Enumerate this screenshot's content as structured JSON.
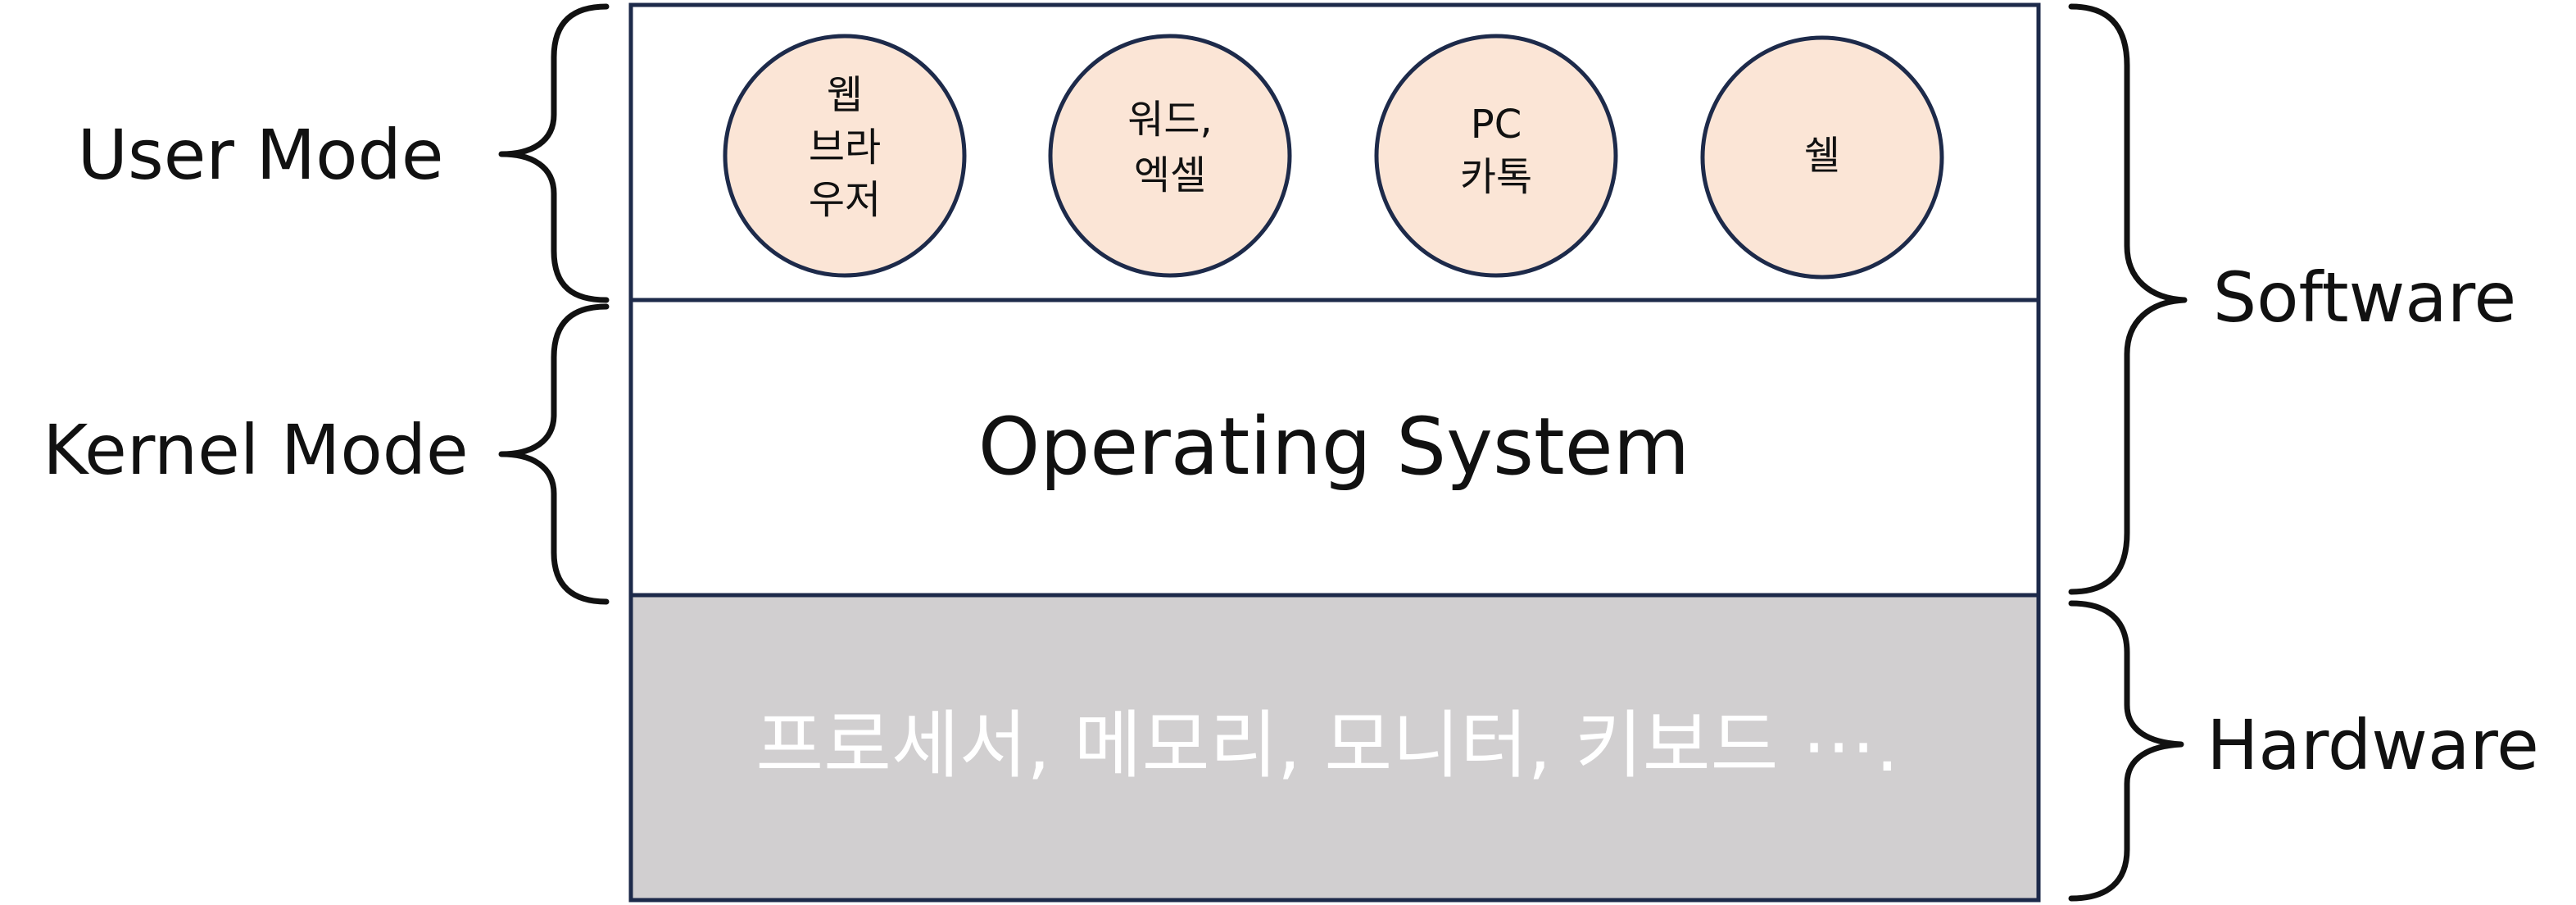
{
  "left_labels": {
    "user_mode": "User Mode",
    "kernel_mode": "Kernel Mode"
  },
  "right_labels": {
    "software": "Software",
    "hardware": "Hardware"
  },
  "user_mode_apps": [
    {
      "lines": [
        "웹",
        "브라",
        "우저"
      ]
    },
    {
      "lines": [
        "워드,",
        "엑셀"
      ]
    },
    {
      "lines": [
        "PC",
        "카톡"
      ]
    },
    {
      "lines": [
        "쉘"
      ]
    }
  ],
  "kernel_layer": {
    "label": "Operating System"
  },
  "hardware_layer": {
    "label": "프로세서, 메모리, 모니터, 키보드 ⋯."
  },
  "colors": {
    "border": "#1d2a4a",
    "app_fill": "#fbe5d6",
    "hardware_fill": "#d1cfd0",
    "hardware_text": "#ffffff"
  }
}
